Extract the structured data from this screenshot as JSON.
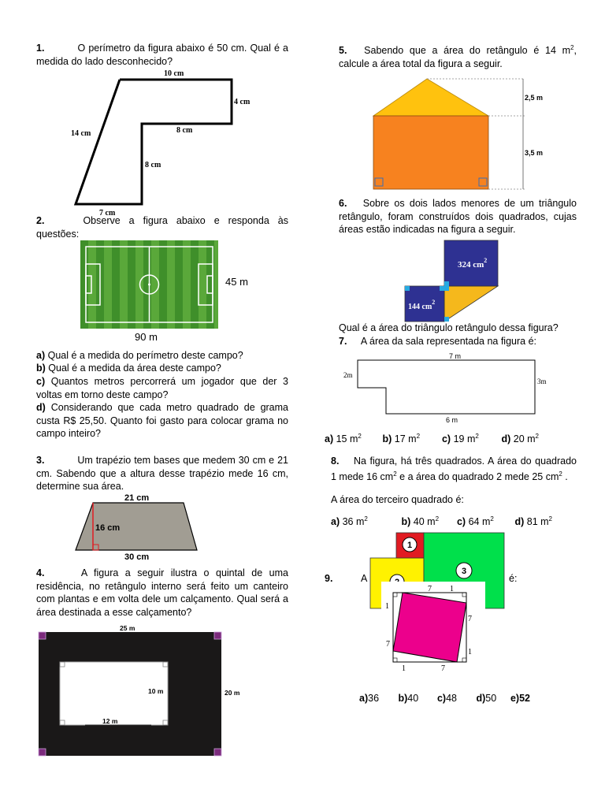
{
  "q1": {
    "num": "1.",
    "text": "O perímetro da figura abaixo é 50 cm. Qual é a medida do lado desconhecido?",
    "labels": {
      "top": "10 cm",
      "right": "4 cm",
      "mid": "8 cm",
      "inner": "8 cm",
      "left": "14 cm",
      "bottom": "7 cm"
    }
  },
  "q2": {
    "num": "2.",
    "text": "Observe a figura abaixo e responda às questões:",
    "width_label": "90 m",
    "height_label": "45 m",
    "items": [
      {
        "letter": "a)",
        "text": "Qual é a medida do perímetro deste campo?"
      },
      {
        "letter": "b)",
        "text": "Qual é a medida da área deste campo?"
      },
      {
        "letter": "c)",
        "text": "Quantos metros percorrerá um jogador que der 3 voltas em torno deste campo?"
      },
      {
        "letter": "d)",
        "text": "Considerando que cada metro quadrado de grama custa R$ 25,50. Quanto foi gasto para colocar grama no campo inteiro?"
      }
    ]
  },
  "q3": {
    "num": "3.",
    "text": "Um trapézio tem bases que medem 30 cm e 21 cm. Sabendo que a altura desse trapézio mede 16 cm, determine sua área.",
    "labels": {
      "top": "21 cm",
      "height": "16 cm",
      "bottom": "30 cm"
    }
  },
  "q4": {
    "num": "4.",
    "text": "A figura a seguir ilustra o quintal de uma residência, no retângulo interno será feito um canteiro com plantas e em volta dele um calçamento. Qual será a área destinada a esse calçamento?",
    "labels": {
      "outer_w": "25 m",
      "outer_h": "20 m",
      "inner_h": "10 m",
      "inner_w": "12 m"
    }
  },
  "q5": {
    "num": "5.",
    "text_pre": "Sabendo que a área do retângulo é 14 m",
    "sup": "2",
    "text_post": ", calcule a área total da figura a seguir.",
    "labels": {
      "top": "2,5 m",
      "bottom": "3,5 m"
    }
  },
  "q6": {
    "num": "6.",
    "text": "Sobre os dois lados menores de um triângulo retângulo, foram construídos dois quadrados, cujas áreas estão indicadas na figura a seguir.",
    "big_label": "324 cm",
    "small_label": "144 cm",
    "sup": "2",
    "question": "Qual é a área do triângulo retângulo dessa figura?"
  },
  "q7": {
    "num": "7.",
    "text": "A área da sala representada na figura é:",
    "labels": {
      "top": "7 m",
      "left": "2m",
      "right": "3m",
      "bottom": "6 m"
    },
    "options": [
      {
        "letter": "a)",
        "value": "15 m",
        "sup": "2"
      },
      {
        "letter": "b)",
        "value": "17 m",
        "sup": "2"
      },
      {
        "letter": "c)",
        "value": "19 m",
        "sup": "2"
      },
      {
        "letter": "d)",
        "value": "20 m",
        "sup": "2"
      }
    ]
  },
  "q8": {
    "num": "8.",
    "text_a": "Na figura, há três quadrados. A área do quadrado 1 mede 16 cm",
    "sup": "2",
    "text_b": " e a área do quadrado 2 mede 25 cm",
    "text_c": " .",
    "question": "A área do terceiro quadrado é:",
    "options": [
      {
        "letter": "a)",
        "value": "36 m",
        "sup": "2"
      },
      {
        "letter": "b)",
        "value": "40 m",
        "sup": "2"
      },
      {
        "letter": "c)",
        "value": "64 m",
        "sup": "2"
      },
      {
        "letter": "d)",
        "value": "81 m",
        "sup": "2"
      }
    ],
    "square_labels": [
      "1",
      "2",
      "3"
    ]
  },
  "q9": {
    "num": "9.",
    "partial_left": "A",
    "partial_right": "é:",
    "side_labels": [
      "7",
      "1",
      "7",
      "1",
      "7",
      "1",
      "1",
      "7"
    ],
    "options": [
      {
        "letter": "a)",
        "value": "36"
      },
      {
        "letter": "b)",
        "value": " 40"
      },
      {
        "letter": "c)",
        "value": " 48"
      },
      {
        "letter": "d)",
        "value": " 50"
      },
      {
        "letter": "e)",
        "value": "52"
      }
    ]
  },
  "colors": {
    "roof": "#ffc20e",
    "house": "#f7821f",
    "square_blue": "#2e3192",
    "triangle": "#f5b81c",
    "field_dark": "#3f8f2a",
    "field_light": "#5aa83a",
    "trapezoid": "#a19d93",
    "yard": "#1a1818",
    "sq1": "#e11b22",
    "sq2": "#fff200",
    "sq3": "#00e04b",
    "pink": "#ec008c"
  }
}
